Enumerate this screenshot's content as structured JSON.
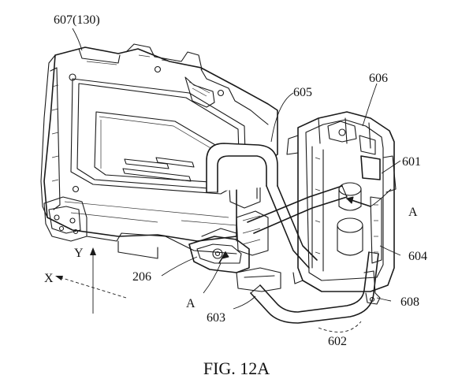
{
  "labels": {
    "l607": "607(130)",
    "l605": "605",
    "l606": "606",
    "l601": "601",
    "lA_right": "A",
    "l604": "604",
    "l608": "608",
    "l602": "602",
    "l603": "603",
    "lA_left": "A",
    "l206": "206",
    "lY": "Y",
    "lX": "X"
  },
  "caption": "FIG. 12A"
}
